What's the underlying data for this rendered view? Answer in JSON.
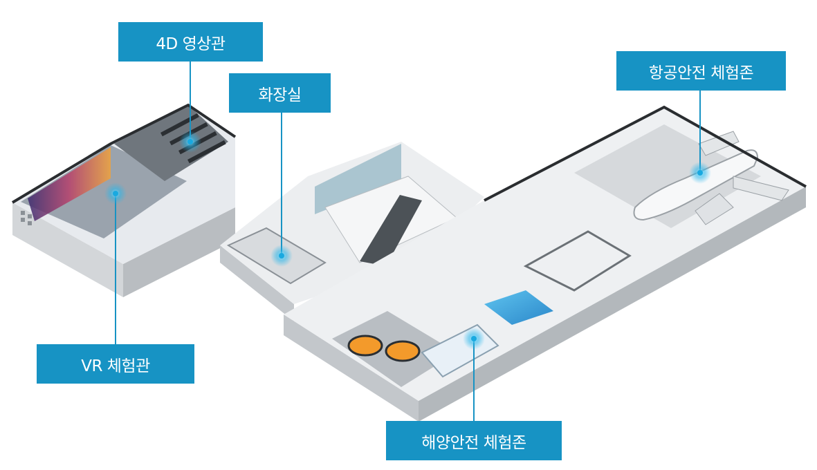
{
  "labels": {
    "theater_4d": "4D 영상관",
    "restroom": "화장실",
    "aviation_zone": "항공안전 체험존",
    "vr_hall": "VR 체험관",
    "marine_zone": "해양안전 체험존"
  },
  "colors": {
    "label_bg": "#1793c4",
    "label_text": "#ffffff",
    "leader_line": "#1793c4",
    "marker": "#19a9e0"
  }
}
